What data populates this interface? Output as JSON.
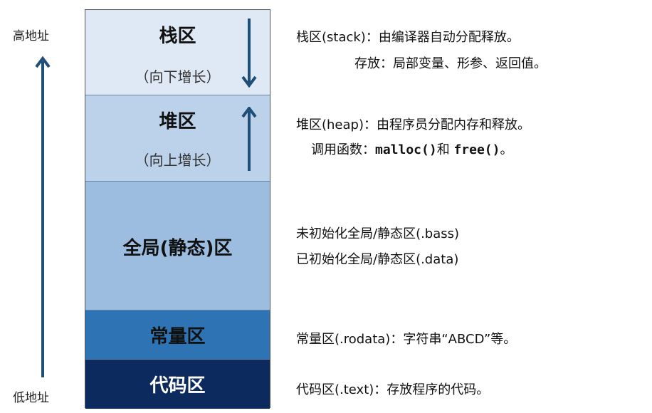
{
  "address": {
    "high": "高地址",
    "low": "低地址"
  },
  "segments": {
    "stack": {
      "title": "栈区",
      "sub": "（向下增长）"
    },
    "heap": {
      "title": "堆区",
      "sub": "（向上增长）"
    },
    "global": {
      "title": "全局(静态)区"
    },
    "const": {
      "title": "常量区"
    },
    "code": {
      "title": "代码区"
    }
  },
  "descriptions": {
    "stack_line1": "栈区(stack)：由编译器自动分配释放。",
    "stack_line2": "存放：局部变量、形参、返回值。",
    "heap_line1": "堆区(heap)：由程序员分配内存和释放。",
    "heap_line2_prefix": "调用函数：",
    "heap_line2_malloc": "malloc()",
    "heap_line2_and": "和 ",
    "heap_line2_free": "free()",
    "heap_line2_end": "。",
    "global_line1": "未初始化全局/静态区(.bass)",
    "global_line2": "已初始化全局/静态区(.data)",
    "const_line1": "常量区(.rodata)：字符串“ABCD”等。",
    "code_line1": "代码区(.text)：存放程序的代码。"
  },
  "colors": {
    "arrow": "#1f4e79",
    "stack_bg": "#dfe9f5",
    "heap_bg": "#bcd2ea",
    "global_bg": "#9cbde0",
    "const_bg": "#2e74b5",
    "code_bg": "#0d2a5e"
  }
}
